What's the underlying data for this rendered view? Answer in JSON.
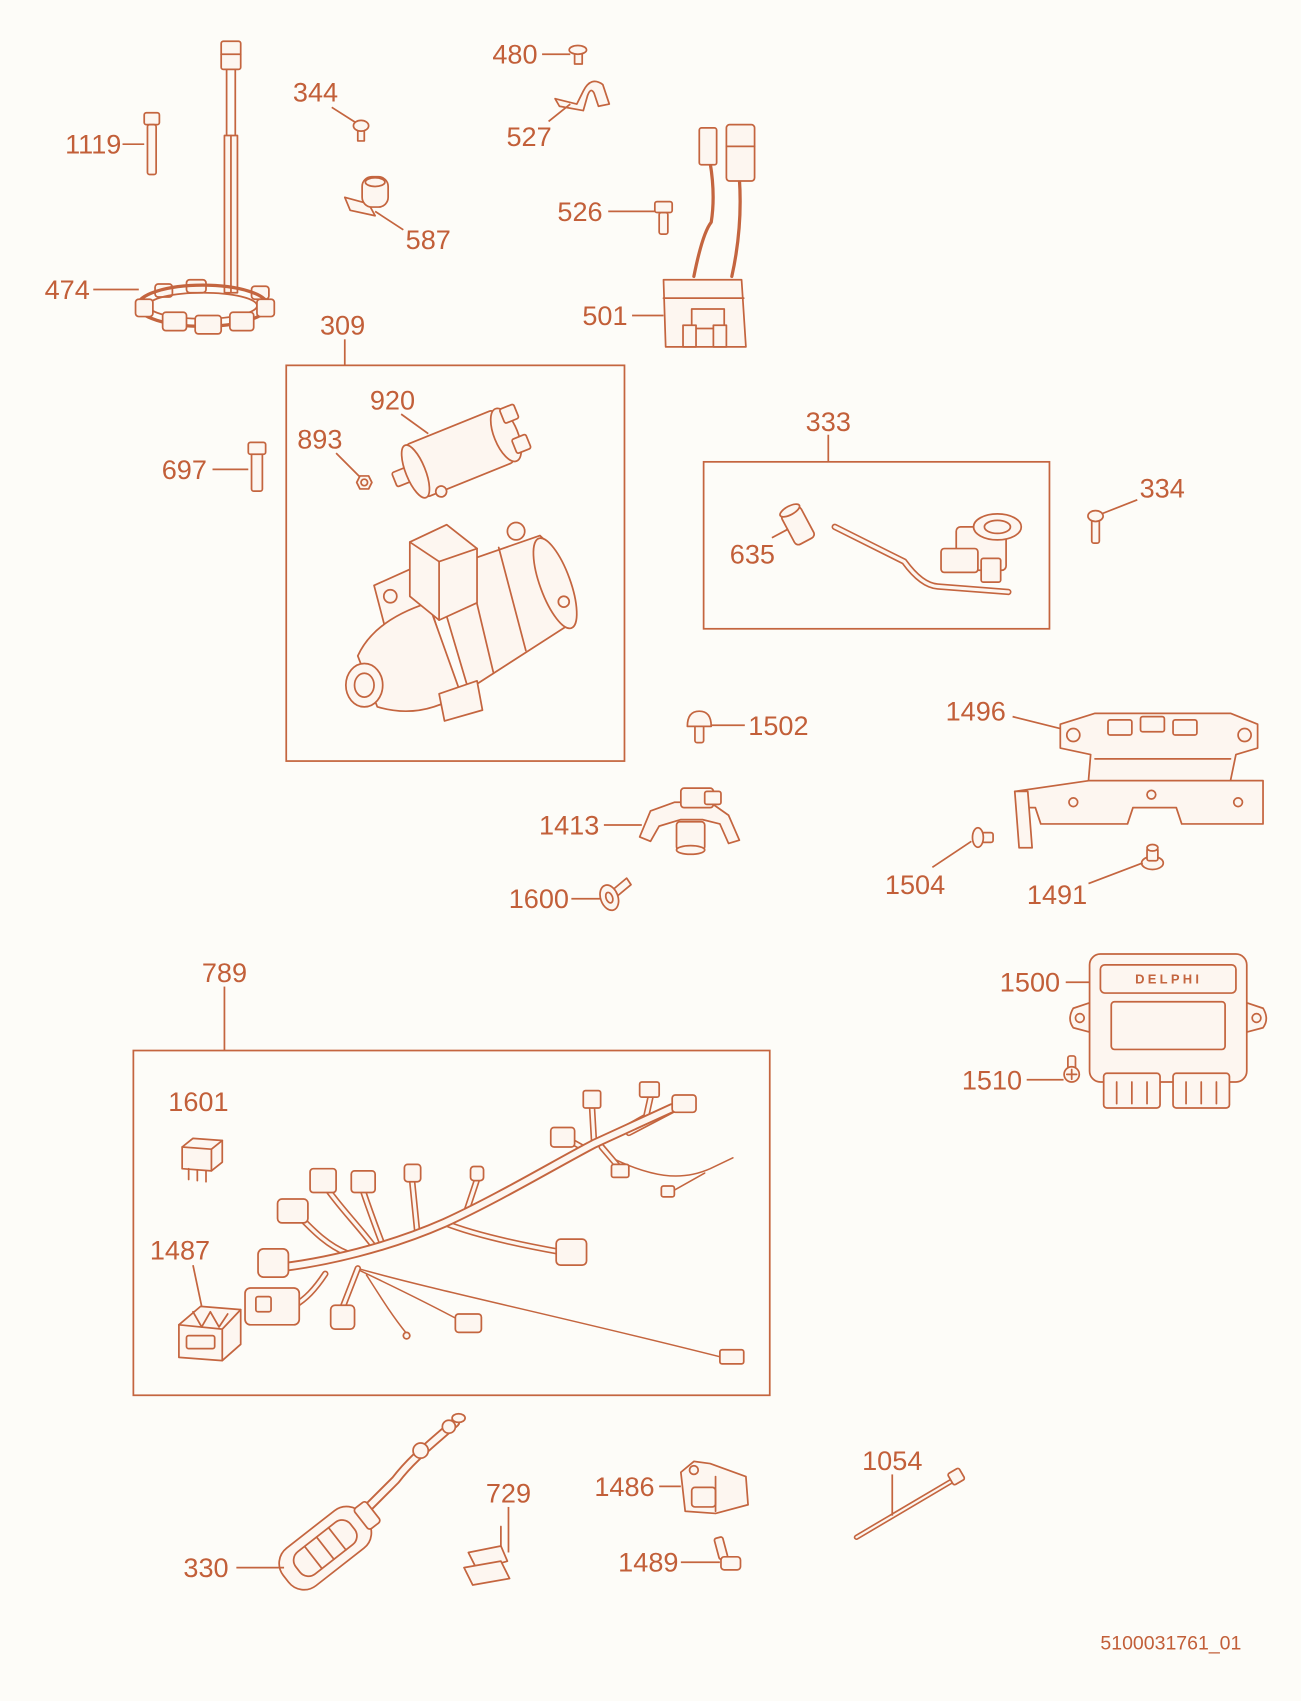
{
  "colors": {
    "background": "#fdfcf8",
    "line": "#c4653f",
    "text": "#c25f39",
    "fill": "#fdf6f0"
  },
  "callouts": [
    "1119",
    "474",
    "344",
    "587",
    "480",
    "527",
    "526",
    "501",
    "309",
    "920",
    "893",
    "697",
    "333",
    "635",
    "334",
    "1502",
    "1496",
    "1413",
    "1504",
    "1491",
    "1600",
    "789",
    "1500",
    "1510",
    "1601",
    "1487",
    "330",
    "729",
    "1486",
    "1489",
    "1054"
  ],
  "ecu_brand": "DELPHI",
  "drawing_number": "5100031761_01"
}
